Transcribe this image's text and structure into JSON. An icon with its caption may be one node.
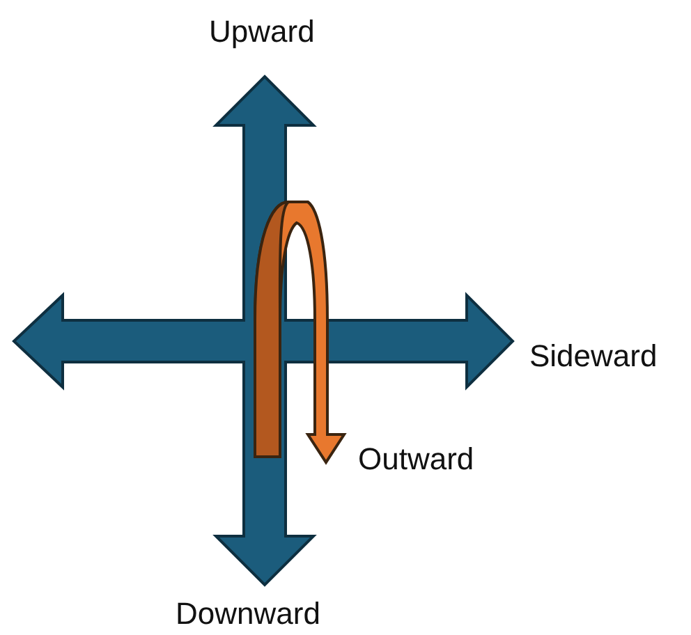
{
  "diagram": {
    "labels": [
      "Upward",
      "Sideward",
      "Outward",
      "Downward"
    ]
  }
}
